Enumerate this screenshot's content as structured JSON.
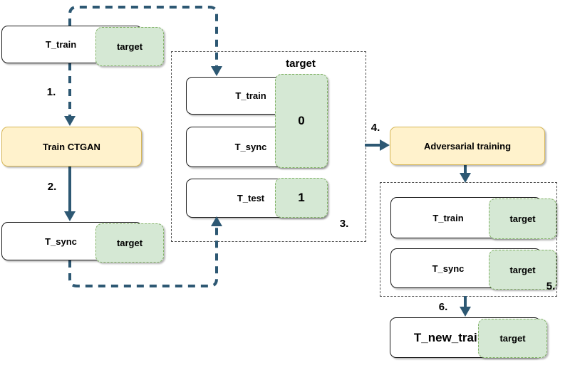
{
  "colors": {
    "arrow": "#2d5873",
    "green_fill": "#d5e8d4",
    "green_border": "#82b366",
    "yellow_fill": "#fff2cc",
    "yellow_border": "#d6b656",
    "box_border": "#1a1a1a",
    "container_border": "#4f4f4f"
  },
  "steps": {
    "one": "1.",
    "two": "2.",
    "three": "3.",
    "four": "4.",
    "five": "5.",
    "six": "6."
  },
  "nodes": {
    "t_train": {
      "label": "T_train",
      "target": "target"
    },
    "train_ctgan": {
      "label": "Train CTGAN"
    },
    "t_sync": {
      "label": "T_sync",
      "target": "target"
    },
    "adversarial": {
      "label": "Adversarial training"
    },
    "t_new_train": {
      "label": "T_new_train",
      "target": "target"
    }
  },
  "box3": {
    "header": "target",
    "rows": [
      {
        "label": "T_train"
      },
      {
        "label": "T_sync"
      },
      {
        "label": "T_test"
      }
    ],
    "value_train_sync": "0",
    "value_test": "1"
  },
  "box5": {
    "rows": [
      {
        "label": "T_train",
        "target": "target"
      },
      {
        "label": "T_sync",
        "target": "target"
      }
    ]
  }
}
